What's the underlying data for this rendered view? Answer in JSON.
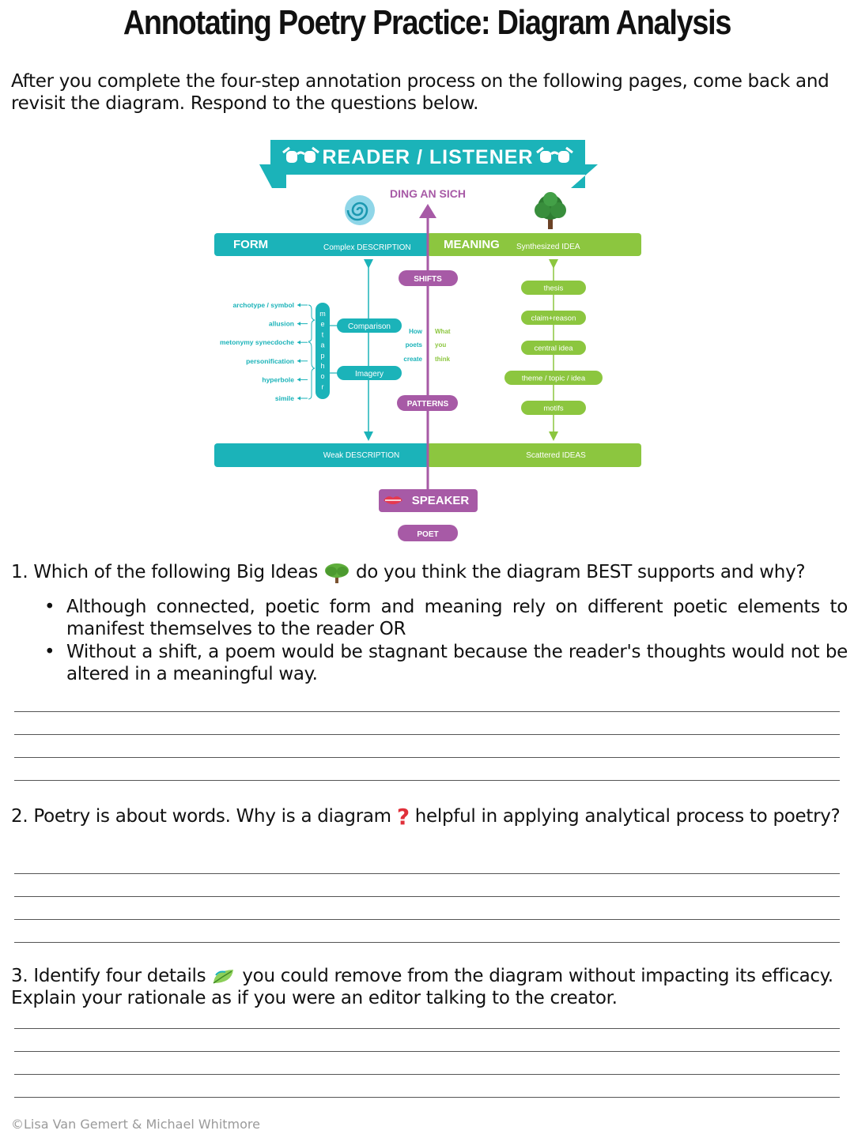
{
  "title": "Annotating Poetry Practice: Diagram Analysis",
  "intro": "After you complete the four-step annotation process on the following pages, come back and revisit the diagram. Respond to the questions below.",
  "diagram": {
    "banner": "READER / LISTENER",
    "top_label": "DING AN SICH",
    "form_label": "FORM",
    "form_sub": "Complex DESCRIPTION",
    "meaning_label": "MEANING",
    "meaning_sub": "Synthesized IDEA",
    "shifts": "SHIFTS",
    "patterns": "PATTERNS",
    "devices": [
      "archotype / symbol",
      "allusion",
      "metonymy synecdoche",
      "personification",
      "hyperbole",
      "simile"
    ],
    "metaphor_letters": [
      "m",
      "e",
      "t",
      "a",
      "p",
      "h",
      "o",
      "r"
    ],
    "comparison": "Comparison",
    "imagery": "Imagery",
    "how_poets_create": [
      "How",
      "poets",
      "create"
    ],
    "what_you_think": [
      "What",
      "you",
      "think"
    ],
    "meaning_items": [
      "thesis",
      "claim+reason",
      "central idea",
      "theme / topic / idea",
      "motifs"
    ],
    "weak_label": "Weak DESCRIPTION",
    "scattered_label": "Scattered IDEAS",
    "speaker": "SPEAKER",
    "poet": "POET",
    "colors": {
      "teal": "#1bb3b9",
      "green": "#8cc63f",
      "purple": "#a75aa6"
    }
  },
  "questions": {
    "q1": {
      "before": "1. Which of the following Big Ideas",
      "after": "do you think the diagram BEST supports and why?",
      "icon": "tree-icon"
    },
    "q1_bullets": [
      "Although connected, poetic form and meaning rely on different poetic elements to manifest themselves to the reader OR",
      "Without a shift, a poem would be stagnant because the reader's thoughts would not be altered in a meaningful way."
    ],
    "q2": {
      "before": "2. Poetry is about words. Why is a diagram",
      "after": "helpful in applying analytical process to poetry?",
      "icon": "question-mark-icon"
    },
    "q3": {
      "before": "3. Identify four details",
      "after": "you could remove from the diagram without impacting its efficacy. Explain your rationale as if you were an editor talking to the creator.",
      "icon": "leaf-icon"
    }
  },
  "footer": "©Lisa Van Gemert & Michael Whitmore"
}
